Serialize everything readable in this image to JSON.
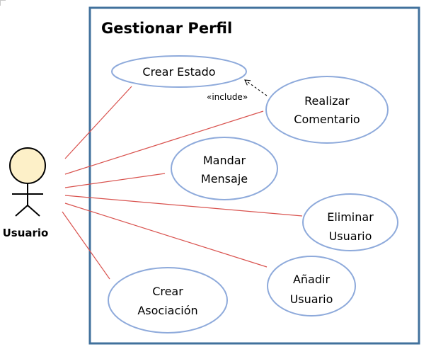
{
  "diagram": {
    "title": "Gestionar Perfil",
    "actor": {
      "name": "Usuario"
    },
    "use_cases": [
      {
        "id": "crear-estado",
        "lines": [
          "Crear Estado"
        ]
      },
      {
        "id": "realizar-comentario",
        "lines": [
          "Realizar",
          "Comentario"
        ]
      },
      {
        "id": "mandar-mensaje",
        "lines": [
          "Mandar",
          "Mensaje"
        ]
      },
      {
        "id": "eliminar-usuario",
        "lines": [
          "Eliminar",
          "Usuario"
        ]
      },
      {
        "id": "anadir-usuario",
        "lines": [
          "Añadir",
          "Usuario"
        ]
      },
      {
        "id": "crear-asociacion",
        "lines": [
          "Crear",
          "Asociación"
        ]
      }
    ],
    "include_label": "«include»",
    "colors": {
      "boundary": "#41719c",
      "ellipse_stroke": "#8eaadb",
      "association_line": "#d9534f",
      "actor_head_fill": "#fdf0c8",
      "text": "#000000"
    }
  }
}
